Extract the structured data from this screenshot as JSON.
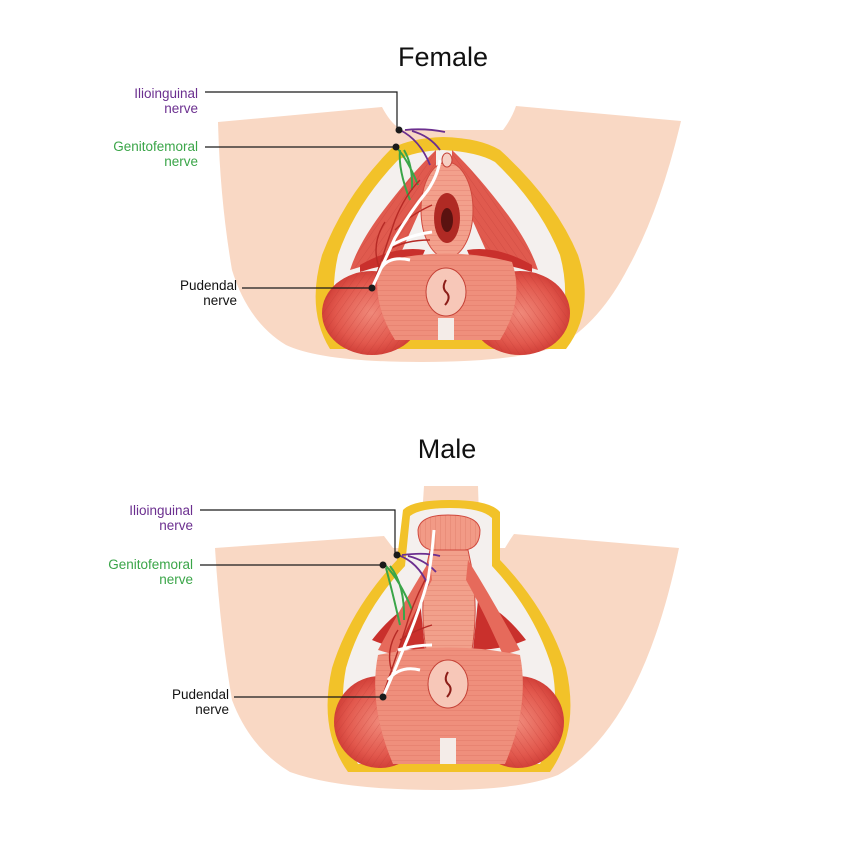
{
  "colors": {
    "skin": "#f9d8c4",
    "fat": "#f2c229",
    "muscle_dark": "#c9302c",
    "muscle": "#e2584d",
    "muscle_light": "#f19a86",
    "muscle_pale": "#f6bfae",
    "leader_line": "#1a1a1a",
    "ilioinguinal": "#6b2f8f",
    "genitofemoral": "#3aa548",
    "pudendal": "#ffffff",
    "label_dark": "#111111"
  },
  "panels": [
    {
      "id": "female",
      "title": "Female",
      "labels": {
        "ilioinguinal": [
          "Ilioinguinal",
          "nerve"
        ],
        "genitofemoral": [
          "Genitofemoral",
          "nerve"
        ],
        "pudendal": [
          "Pudendal",
          "nerve"
        ]
      }
    },
    {
      "id": "male",
      "title": "Male",
      "labels": {
        "ilioinguinal": [
          "Ilioinguinal",
          "nerve"
        ],
        "genitofemoral": [
          "Genitofemoral",
          "nerve"
        ],
        "pudendal": [
          "Pudendal",
          "nerve"
        ]
      }
    }
  ]
}
